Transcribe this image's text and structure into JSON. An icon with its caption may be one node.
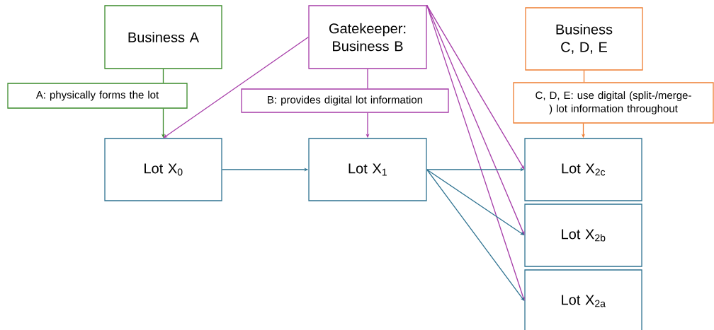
{
  "diagram": {
    "nodes": [
      {
        "text": [
          "Business A"
        ]
      },
      {
        "text": [
          "A: physically forms the lot"
        ]
      },
      {
        "text": [
          "Gatekeeper: Business B"
        ]
      },
      {
        "text": [
          "B: provides digital lot information"
        ]
      },
      {
        "text": [
          "Business C, D, E"
        ]
      },
      {
        "text": [
          "C, D, E: use digital (split-/merge-) lot information throughout"
        ]
      },
      {
        "text": [
          "Lot X$_{0}$"
        ]
      },
      {
        "text": [
          "Lot X$_{1}$"
        ]
      },
      {
        "text": [
          "Lot X$_{2c}$"
        ]
      },
      {
        "text": [
          "Lot X$_{2b}$"
        ]
      },
      {
        "text": [
          "Lot X$_{2a}$"
        ]
      }
    ],
    "edges": [
      {
        "from": 0,
        "to": 1,
        "arrow": "none",
        "color": "#3a8a2a"
      },
      {
        "from": 1,
        "to": 6,
        "arrow": "to",
        "color": "#3a8a2a"
      },
      {
        "from": 2,
        "to": 3,
        "arrow": "none",
        "color": "#a63ca8"
      },
      {
        "from": 3,
        "to": 7,
        "arrow": "to",
        "color": "#a63ca8"
      },
      {
        "from": 2,
        "to": 6,
        "arrow": "to",
        "color": "#a63ca8"
      },
      {
        "from": 2,
        "to": 8,
        "arrow": "to",
        "color": "#a63ca8"
      },
      {
        "from": 2,
        "to": 9,
        "arrow": "to",
        "color": "#a63ca8"
      },
      {
        "from": 2,
        "to": 10,
        "arrow": "to",
        "color": "#a63ca8"
      },
      {
        "from": 4,
        "to": 5,
        "arrow": "none",
        "color": "#ee7d31"
      },
      {
        "from": 5,
        "to": 8,
        "arrow": "to",
        "color": "#ee7d31"
      },
      {
        "from": 6,
        "to": 7,
        "arrow": "to",
        "color": "#2f7391"
      },
      {
        "from": 7,
        "to": 8,
        "arrow": "to",
        "color": "#2f7391"
      },
      {
        "from": 7,
        "to": 9,
        "arrow": "to",
        "color": "#2f7391"
      },
      {
        "from": 7,
        "to": 10,
        "arrow": "to",
        "color": "#2f7391"
      }
    ]
  }
}
